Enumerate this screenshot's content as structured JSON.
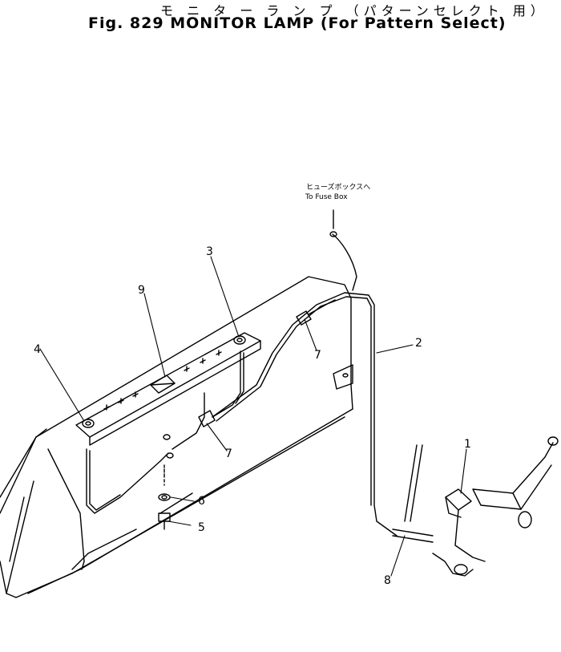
{
  "title": {
    "japanese": "モ ニ タ ー ラ ン プ （パターンセレクト 用）",
    "english": "Fig. 829  MONITOR LAMP  (For Pattern Select)"
  },
  "fuse_box_label": {
    "japanese": "ヒューズボックスへ",
    "english": "To Fuse Box"
  },
  "callouts": [
    "1",
    "2",
    "3",
    "4",
    "5",
    "6",
    "7",
    "7",
    "8",
    "9"
  ]
}
